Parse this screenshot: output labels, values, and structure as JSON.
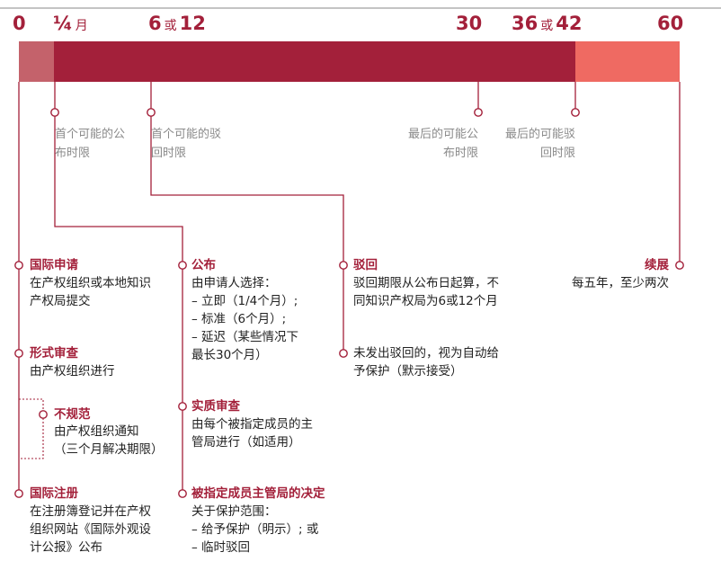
{
  "colors": {
    "accent": "#a3203a",
    "bar_start": "#c4626b",
    "bar_main": "#a3203a",
    "bar_end": "#ef6a62",
    "grey_text": "#8a8a8a"
  },
  "timeline": {
    "ticks": [
      {
        "label": "0"
      },
      {
        "label": "¼",
        "suffix": "月"
      },
      {
        "label": "6",
        "mid": "或",
        "label2": "12"
      },
      {
        "label": "30"
      },
      {
        "label": "36",
        "mid": "或",
        "label2": "42"
      },
      {
        "label": "60"
      }
    ],
    "markers": [
      {
        "lines": [
          "首个可能的公",
          "布时限"
        ]
      },
      {
        "lines": [
          "首个可能的驳",
          "回时限"
        ]
      },
      {
        "lines": [
          "最后的可能公",
          "布时限"
        ]
      },
      {
        "lines": [
          "最后的可能驳",
          "回时限"
        ]
      }
    ]
  },
  "col1": {
    "filing": {
      "title": "国际申请",
      "lines": [
        "在产权组织或本地知识",
        "产权局提交"
      ]
    },
    "formal": {
      "title": "形式审查",
      "lines": [
        "由产权组织进行"
      ]
    },
    "irregular": {
      "title": "不规范",
      "lines": [
        "由产权组织通知",
        "（三个月解决期限）"
      ]
    },
    "registration": {
      "title": "国际注册",
      "lines": [
        "在注册簿登记并在产权",
        "组织网站《国际外观设",
        "计公报》公布"
      ]
    }
  },
  "col2": {
    "publication": {
      "title": "公布",
      "lines": [
        "由申请人选择：",
        "–  立即（1/4个月）;",
        "–  标准（6个月）;",
        "–  延迟（某些情况下",
        "最长30个月）"
      ]
    },
    "substantive": {
      "title": "实质审查",
      "lines": [
        "由每个被指定成员的主",
        "管局进行（如适用）"
      ]
    },
    "decision": {
      "title": "被指定成员主管局的决定",
      "lines": [
        "关于保护范围：",
        "–  给予保护（明示）; 或",
        "–  临时驳回"
      ]
    }
  },
  "col3": {
    "refusal": {
      "title": "驳回",
      "lines": [
        "驳回期限从公布日起算，不",
        "同知识产权局为6或12个月"
      ]
    },
    "auto": {
      "lines": [
        "未发出驳回的，视为自动给",
        "予保护（默示接受）"
      ]
    }
  },
  "col4": {
    "renewal": {
      "title": "续展",
      "lines": [
        "每五年，至少两次"
      ]
    }
  }
}
